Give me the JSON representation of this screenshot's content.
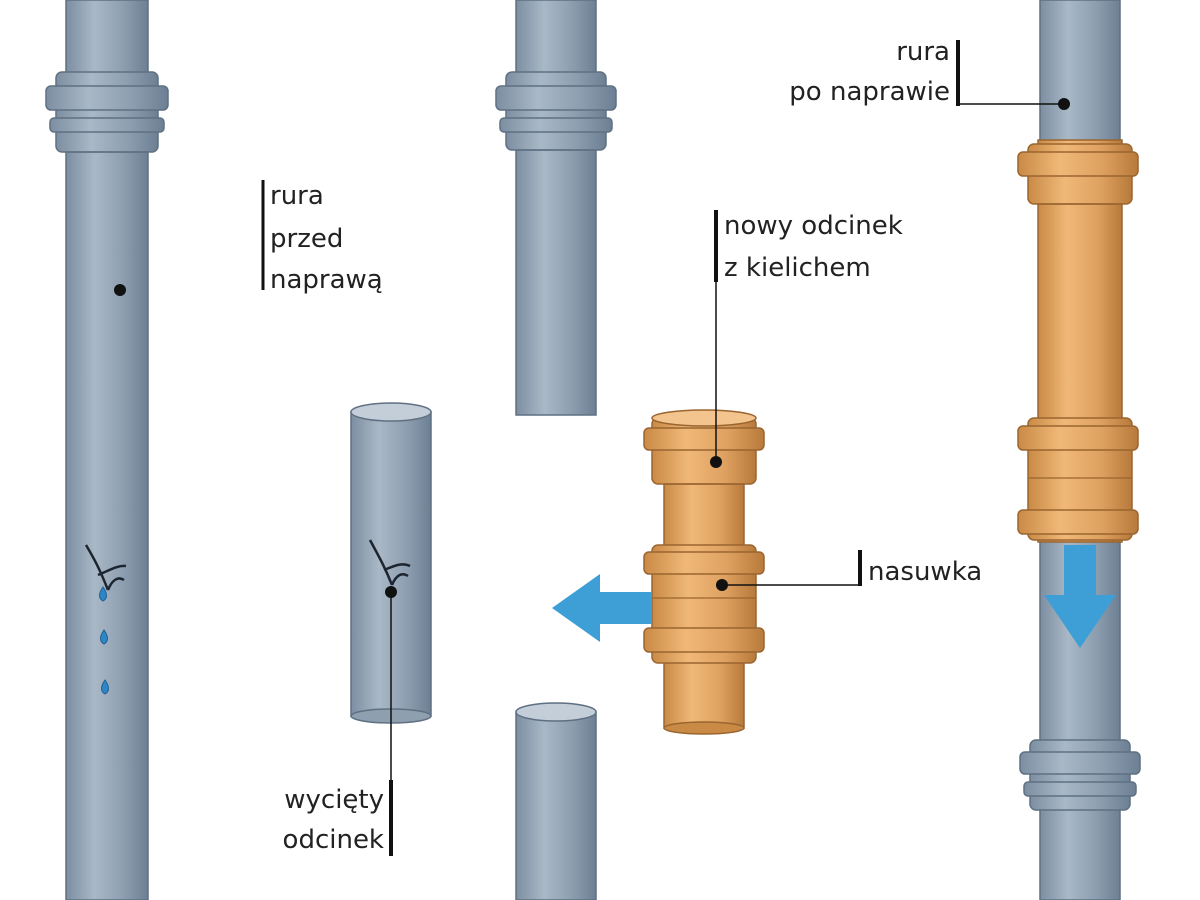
{
  "labels": {
    "pipe_before": [
      "rura",
      "przed",
      "naprawą"
    ],
    "cut_section": [
      "wycięty",
      "odcinek"
    ],
    "new_section": [
      "nowy odcinek",
      "z kielichem"
    ],
    "coupling": [
      "nasuwka"
    ],
    "pipe_after": [
      "rura",
      "po naprawie"
    ]
  },
  "icons": {
    "crack": "crack-icon",
    "water_drop": "water-drop-icon",
    "arrow_left": "arrow-left-icon",
    "arrow_down": "arrow-down-icon"
  },
  "colors": {
    "pipe_gray": "#8e9fb0",
    "pipe_orange": "#e0a566",
    "arrow_blue": "#3d9fd6",
    "callout_line": "#111111"
  }
}
